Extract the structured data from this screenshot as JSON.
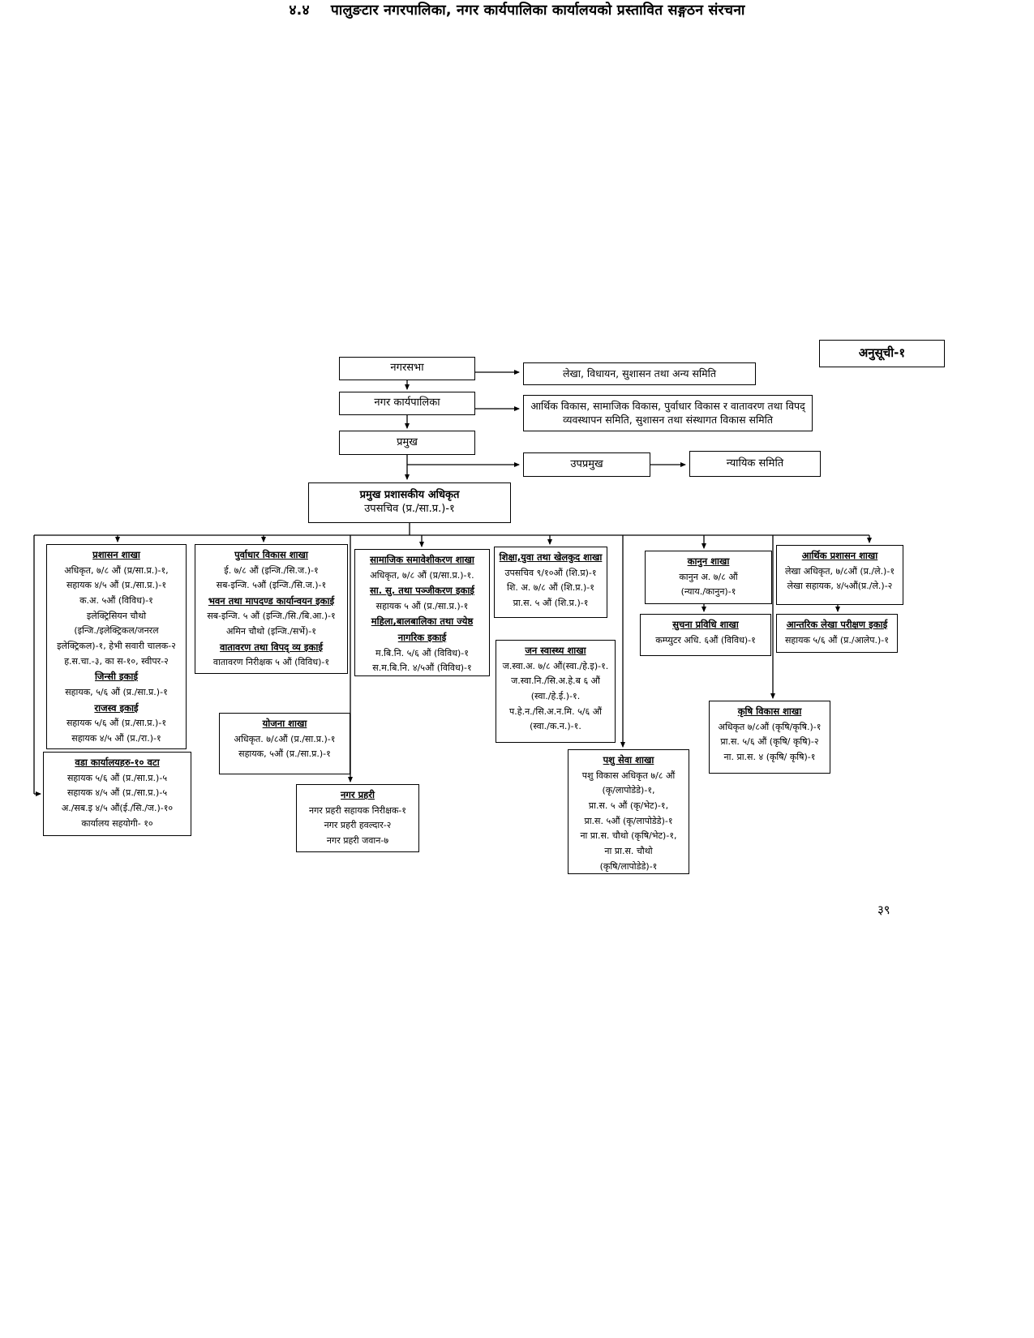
{
  "page": {
    "section_number": "४.४",
    "title": "पालुङटार नगरपालिका, नगर कार्यपालिका कार्यालयको प्रस्तावित सङ्गठन संरचना",
    "annex_label": "अनुसूची-१",
    "page_number": "३९"
  },
  "top_chain": {
    "nagarsabha": "नगरसभा",
    "committee_accounts": "लेखा, विधायन, सुशासन तथा अन्य समिति",
    "karyapalika": "नगर कार्यपालिका",
    "committee_thematic": "आर्थिक विकास, सामाजिक विकास, पुर्वाधार विकास र वातावरण तथा विपद् व्यवस्थापन समिति, सुशासन तथा संस्थागत विकास समिति",
    "pramukh": "प्रमुख",
    "upa_pramukh": "उपप्रमुख",
    "judicial_committee": "न्यायिक समिति",
    "cao_title": "प्रमुख प्रशासकीय अधिकृत",
    "cao_post": "उपसचिव (प्र./सा.प्र.)-१"
  },
  "branches": {
    "admin": {
      "lines": [
        {
          "t": "प्रशासन शाखा",
          "h": true
        },
        {
          "t": "अधिकृत, ७/८ औं (प्र/सा.प्र.)-१,"
        },
        {
          "t": "सहायक ४/५ औं (प्र./सा.प्र.)-१"
        },
        {
          "t": "क.अ. ५औं (विविध)-१"
        },
        {
          "t": "इलेक्ट्रिसियन चौथो"
        },
        {
          "t": "(इन्जि./इलेक्ट्रिकल/जनरल"
        },
        {
          "t": "इलेक्ट्रिकल)-१, हेभी सवारी चालक-२"
        },
        {
          "t": "ह.स.चा.-३, का स-१०, स्वीपर-२"
        },
        {
          "t": "जिन्सी इकाई",
          "h": true
        },
        {
          "t": "सहायक, ५/६ औं (प्र./सा.प्र.)-१"
        },
        {
          "t": "राजस्व इकाई",
          "h": true
        },
        {
          "t": "सहायक ५/६ औं (प्र./सा.प्र.)-१"
        },
        {
          "t": "सहायक ४/५ औं (प्र./रा.)-१"
        }
      ]
    },
    "ward": {
      "lines": [
        {
          "t": "वडा कार्यालयहरु-१० वटा",
          "h": true
        },
        {
          "t": "सहायक ५/६ औं (प्र./सा.प्र.)-५"
        },
        {
          "t": "सहायक ४/५ औं (प्र./सा.प्र.)-५"
        },
        {
          "t": "अ./सब.इ ४/५ औं(ई./सि./ज.)-१०"
        },
        {
          "t": "कार्यालय सहयोगी- १०"
        }
      ]
    },
    "infra": {
      "lines": [
        {
          "t": "पुर्वाधार विकास शाखा",
          "h": true
        },
        {
          "t": "ई. ७/८ औं (इन्जि./सि.ज.)-१"
        },
        {
          "t": "सब-इन्जि. ५औं (इन्जि./सि.ज.)-१"
        },
        {
          "t": "भवन तथा मापदण्ड कार्यान्वयन इकाई",
          "h": true
        },
        {
          "t": "सब-इन्जि. ५ औं (इन्जि./सि./बि.आ.)-१"
        },
        {
          "t": "अमिन चौथो (इन्जि./सर्भे)-१"
        },
        {
          "t": "वातावरण तथा विपद् व्य इकाई",
          "h": true
        },
        {
          "t": "वातावरण निरीक्षक ५ औं (विविध)-१"
        }
      ]
    },
    "plan": {
      "lines": [
        {
          "t": "योजना शाखा",
          "h": true
        },
        {
          "t": "अधिकृत. ७/८औं (प्र./सा.प्र.)-१"
        },
        {
          "t": "सहायक, ५औं (प्र./सा.प्र.)-१"
        }
      ]
    },
    "police": {
      "lines": [
        {
          "t": "नगर प्रहरी",
          "h": true
        },
        {
          "t": "नगर प्रहरी सहायक निरीक्षक-१"
        },
        {
          "t": "नगर प्रहरी हवल्दार-२"
        },
        {
          "t": "नगर प्रहरी जवान-७"
        }
      ]
    },
    "social": {
      "lines": [
        {
          "t": "सामाजिक समावेशीकरण शाखा",
          "h": true
        },
        {
          "t": "अधिकृत, ७/८ औं (प्र/सा.प्र.)-१."
        },
        {
          "t": "सा. सु. तथा पञ्जीकरण इकाई",
          "h": true
        },
        {
          "t": "सहायक ५ औं (प्र./सा.प्र.)-१"
        },
        {
          "t": "महिला,बालबालिका तथा ज्येष्ठ नागरिक इकाई",
          "h": true
        },
        {
          "t": "म.बि.नि. ५/६ औं (विविध)-१"
        },
        {
          "t": "स.म.बि.नि. ४/५औं (विविध)-१"
        }
      ]
    },
    "edu": {
      "lines": [
        {
          "t": "शिक्षा,युवा तथा खेलकुद शाखा",
          "h": true
        },
        {
          "t": "उपसचिव ९/१०औं (शि.प्र)-१"
        },
        {
          "t": "शि. अ. ७/८ औं (शि.प्र.)-१"
        },
        {
          "t": "प्रा.स. ५ औं (शि.प्र.)-१"
        }
      ]
    },
    "health": {
      "lines": [
        {
          "t": "जन स्वास्थ्य शाखा",
          "h": true
        },
        {
          "t": "ज.स्वा.अ. ७/८ औं(स्वा./हे.इ)-१."
        },
        {
          "t": "ज.स्वा.नि./सि.अ.हे.ब ६ औं"
        },
        {
          "t": "(स्वा./हे.ई.)-१."
        },
        {
          "t": "प.हे.न./सि.अ.न.मि. ५/६ औं"
        },
        {
          "t": "(स्वा./क.न.)-१."
        }
      ]
    },
    "animal": {
      "lines": [
        {
          "t": "पशु सेवा शाखा",
          "h": true
        },
        {
          "t": "पशु विकास अधिकृत ७/८ औं"
        },
        {
          "t": "(कृ/लापोडेडे)-१,"
        },
        {
          "t": "प्रा.स. ५ औं (कृ/भेट)-१,"
        },
        {
          "t": "प्रा.स. ५औं (कृ/लापोडेडे)-१"
        },
        {
          "t": "ना प्रा.स. चौथो (कृषि/भेट)-१,"
        },
        {
          "t": "ना प्रा.स. चौथो"
        },
        {
          "t": "(कृषि/लापोडेडे)-१"
        }
      ]
    },
    "law": {
      "lines": [
        {
          "t": "कानुन शाखा",
          "h": true
        },
        {
          "t": "कानुन अ. ७/८ औं"
        },
        {
          "t": "(न्याय./कानुन)-१"
        }
      ]
    },
    "it": {
      "lines": [
        {
          "t": "सुचना प्रविधि शाखा",
          "h": true
        },
        {
          "t": "कम्प्युटर अधि. ६औं (विविध)-१"
        }
      ]
    },
    "finance": {
      "lines": [
        {
          "t": "आर्थिक प्रशासन शाखा",
          "h": true
        },
        {
          "t": "लेखा अधिकृत, ७/८औं (प्र./ले.)-१"
        },
        {
          "t": "लेखा सहायक, ४/५औं(प्र./ले.)-२"
        }
      ]
    },
    "audit": {
      "lines": [
        {
          "t": "आन्तरिक लेखा परीक्षण इकाई",
          "h": true
        },
        {
          "t": "सहायक ५/६ औं (प्र./आलेप.)-१"
        }
      ]
    },
    "agri": {
      "lines": [
        {
          "t": "कृषि विकास शाखा",
          "h": true
        },
        {
          "t": "अधिकृत ७/८औं (कृषि/कृषि.)-१"
        },
        {
          "t": "प्रा.स. ५/६ औं (कृषि/ कृषि)-२"
        },
        {
          "t": "ना. प्रा.स. ४ (कृषि/ कृषि)-१"
        }
      ]
    }
  }
}
